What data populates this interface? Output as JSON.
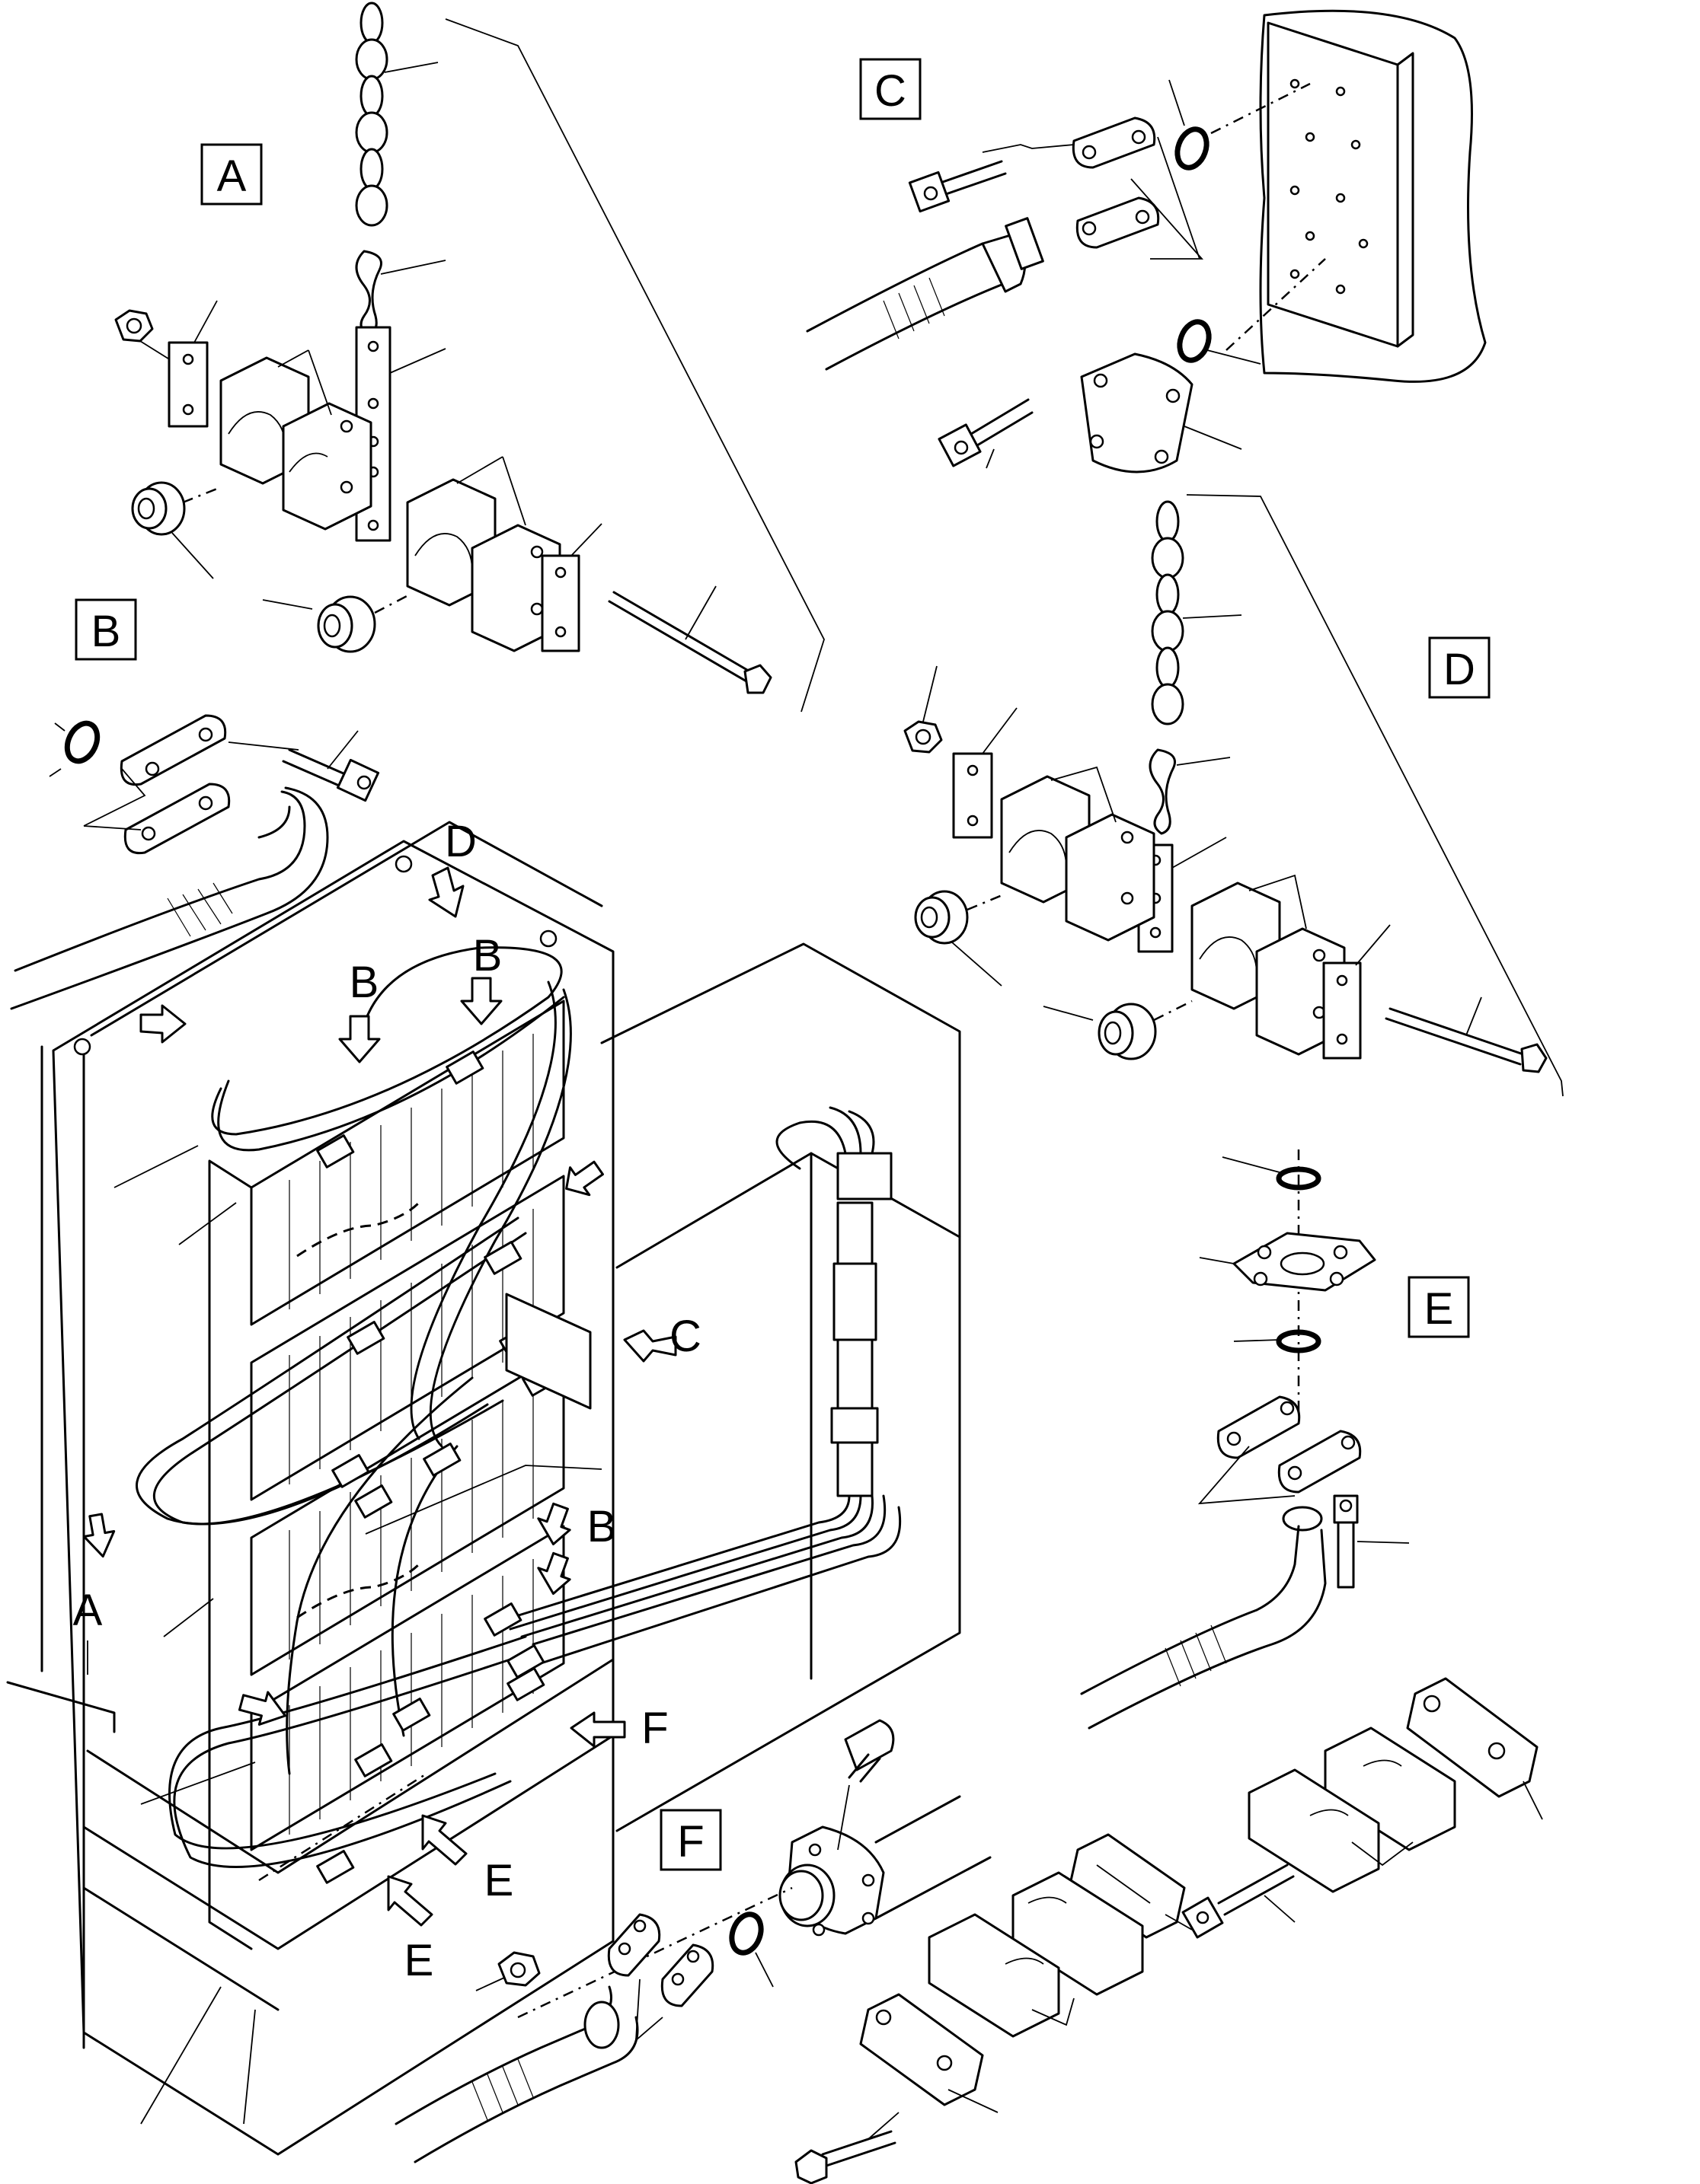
{
  "boxed_labels": {
    "A": "A",
    "B": "B",
    "C": "C",
    "D": "D",
    "E": "E",
    "F": "F"
  },
  "arrow_labels": {
    "D_top": "D",
    "B_left": "B",
    "B_right": "B",
    "C_side": "C",
    "A_side": "A",
    "B_lower": "B",
    "F_side": "F",
    "E_upper": "E",
    "E_lower": "E"
  }
}
